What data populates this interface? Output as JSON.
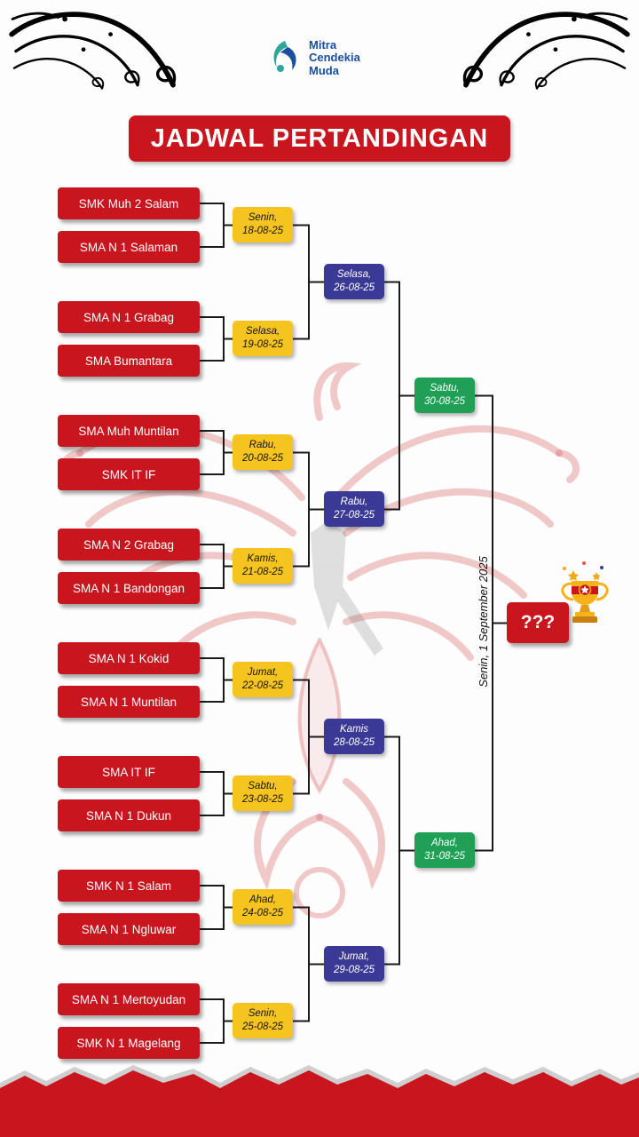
{
  "page": {
    "title_banner": "JADWAL PERTANDINGAN"
  },
  "logo": {
    "line1": "Mitra",
    "line2": "Cendekia",
    "line3": "Muda"
  },
  "colors": {
    "red": "#C9151E",
    "yellow": "#F6C41F",
    "blue": "#3A3A96",
    "green": "#1FA056",
    "logo_blue": "#1A4E9E",
    "logo_teal": "#2FA69A"
  },
  "icons": {
    "trophy": "gold-trophy-with-star-and-confetti",
    "logo_mark": "blue-teal-swirl-drop",
    "corner_flourish": "black-calligraphic-swirl",
    "watermark": "red-garuda-ornament"
  },
  "bracket": {
    "round1": [
      {
        "team1": "SMK Muh 2 Salam",
        "team2": "SMA N 1 Salaman",
        "day": "Senin,",
        "date": "18-08-25"
      },
      {
        "team1": "SMA N 1 Grabag",
        "team2": "SMA Bumantara",
        "day": "Selasa,",
        "date": "19-08-25"
      },
      {
        "team1": "SMA Muh Muntilan",
        "team2": "SMK IT IF",
        "day": "Rabu,",
        "date": "20-08-25"
      },
      {
        "team1": "SMA N 2 Grabag",
        "team2": "SMA N 1 Bandongan",
        "day": "Kamis,",
        "date": "21-08-25"
      },
      {
        "team1": "SMA N 1 Kokid",
        "team2": "SMA N 1 Muntilan",
        "day": "Jumat,",
        "date": "22-08-25"
      },
      {
        "team1": "SMA IT IF",
        "team2": "SMA N 1 Dukun",
        "day": "Sabtu,",
        "date": "23-08-25"
      },
      {
        "team1": "SMK N 1 Salam",
        "team2": "SMA N 1 Ngluwar",
        "day": "Ahad,",
        "date": "24-08-25"
      },
      {
        "team1": "SMA N 1 Mertoyudan",
        "team2": "SMK N 1 Magelang",
        "day": "Senin,",
        "date": "25-08-25"
      }
    ],
    "round2": [
      {
        "day": "Selasa,",
        "date": "26-08-25"
      },
      {
        "day": "Rabu,",
        "date": "27-08-25"
      },
      {
        "day": "Kamis",
        "date": "28-08-25"
      },
      {
        "day": "Jumat,",
        "date": "29-08-25"
      }
    ],
    "semifinal": [
      {
        "day": "Sabtu,",
        "date": "30-08-25"
      },
      {
        "day": "Ahad,",
        "date": "31-08-25"
      }
    ],
    "final": {
      "date_label": "Senin, 1 September 2025",
      "winner_placeholder": "???"
    }
  }
}
